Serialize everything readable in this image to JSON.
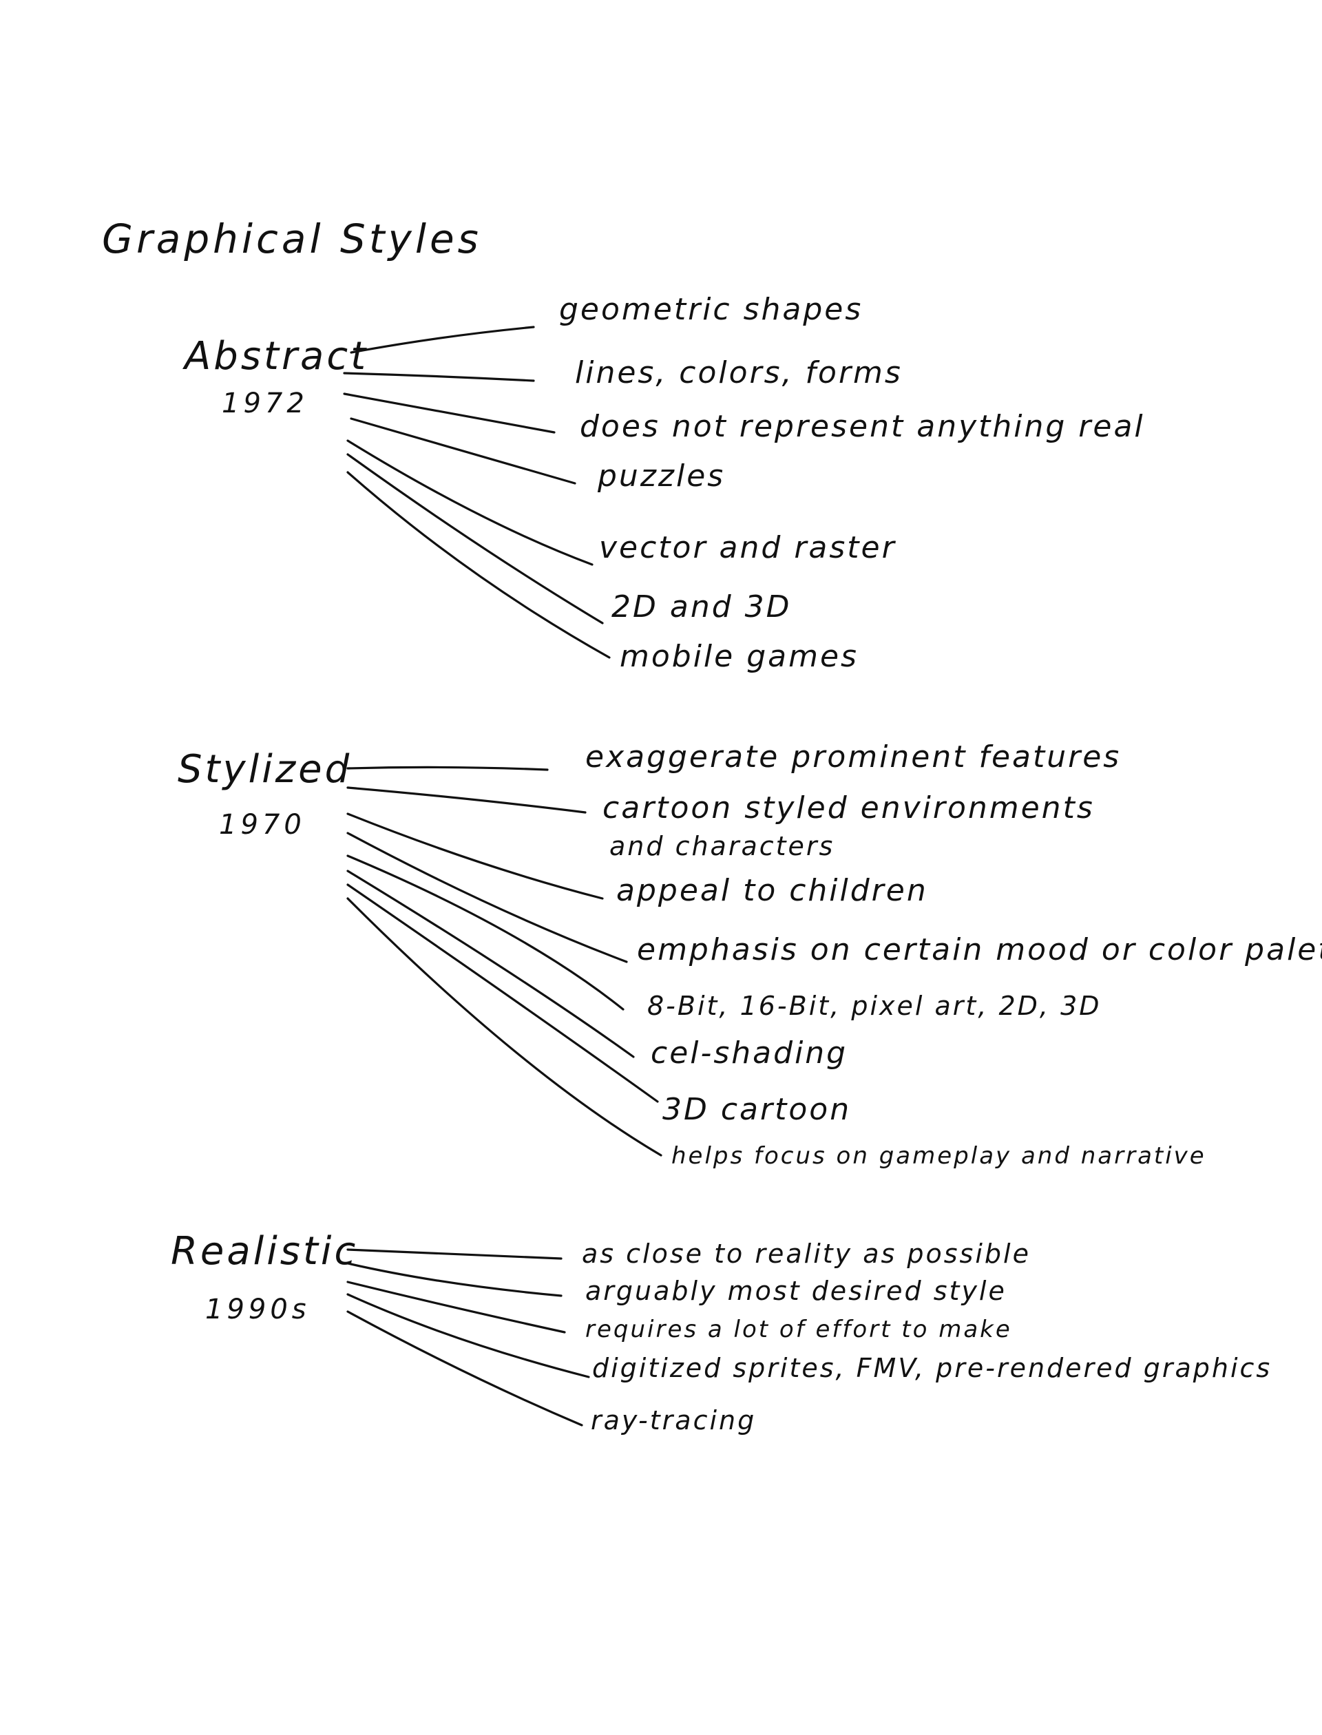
{
  "title": "Graphical Styles",
  "categories": [
    {
      "name": "Abstract",
      "year": "1972",
      "items": [
        "geometric shapes",
        "lines, colors, forms",
        "does not represent anything real",
        "puzzles",
        "vector and raster",
        "2D and 3D",
        "mobile games"
      ]
    },
    {
      "name": "Stylized",
      "year": "1970",
      "items": [
        "exaggerate prominent features",
        "cartoon styled environments",
        "and characters",
        "appeal to children",
        "emphasis on certain mood or color palette",
        "8-Bit, 16-Bit, pixel art, 2D, 3D",
        "cel-shading",
        "3D cartoon",
        "helps focus on gameplay and narrative"
      ]
    },
    {
      "name": "Realistic",
      "year": "1990s",
      "items": [
        "as close to reality as possible",
        "arguably most desired style",
        "requires a lot of effort to make",
        "digitized sprites, FMV, pre-rendered graphics",
        "ray-tracing"
      ]
    }
  ]
}
